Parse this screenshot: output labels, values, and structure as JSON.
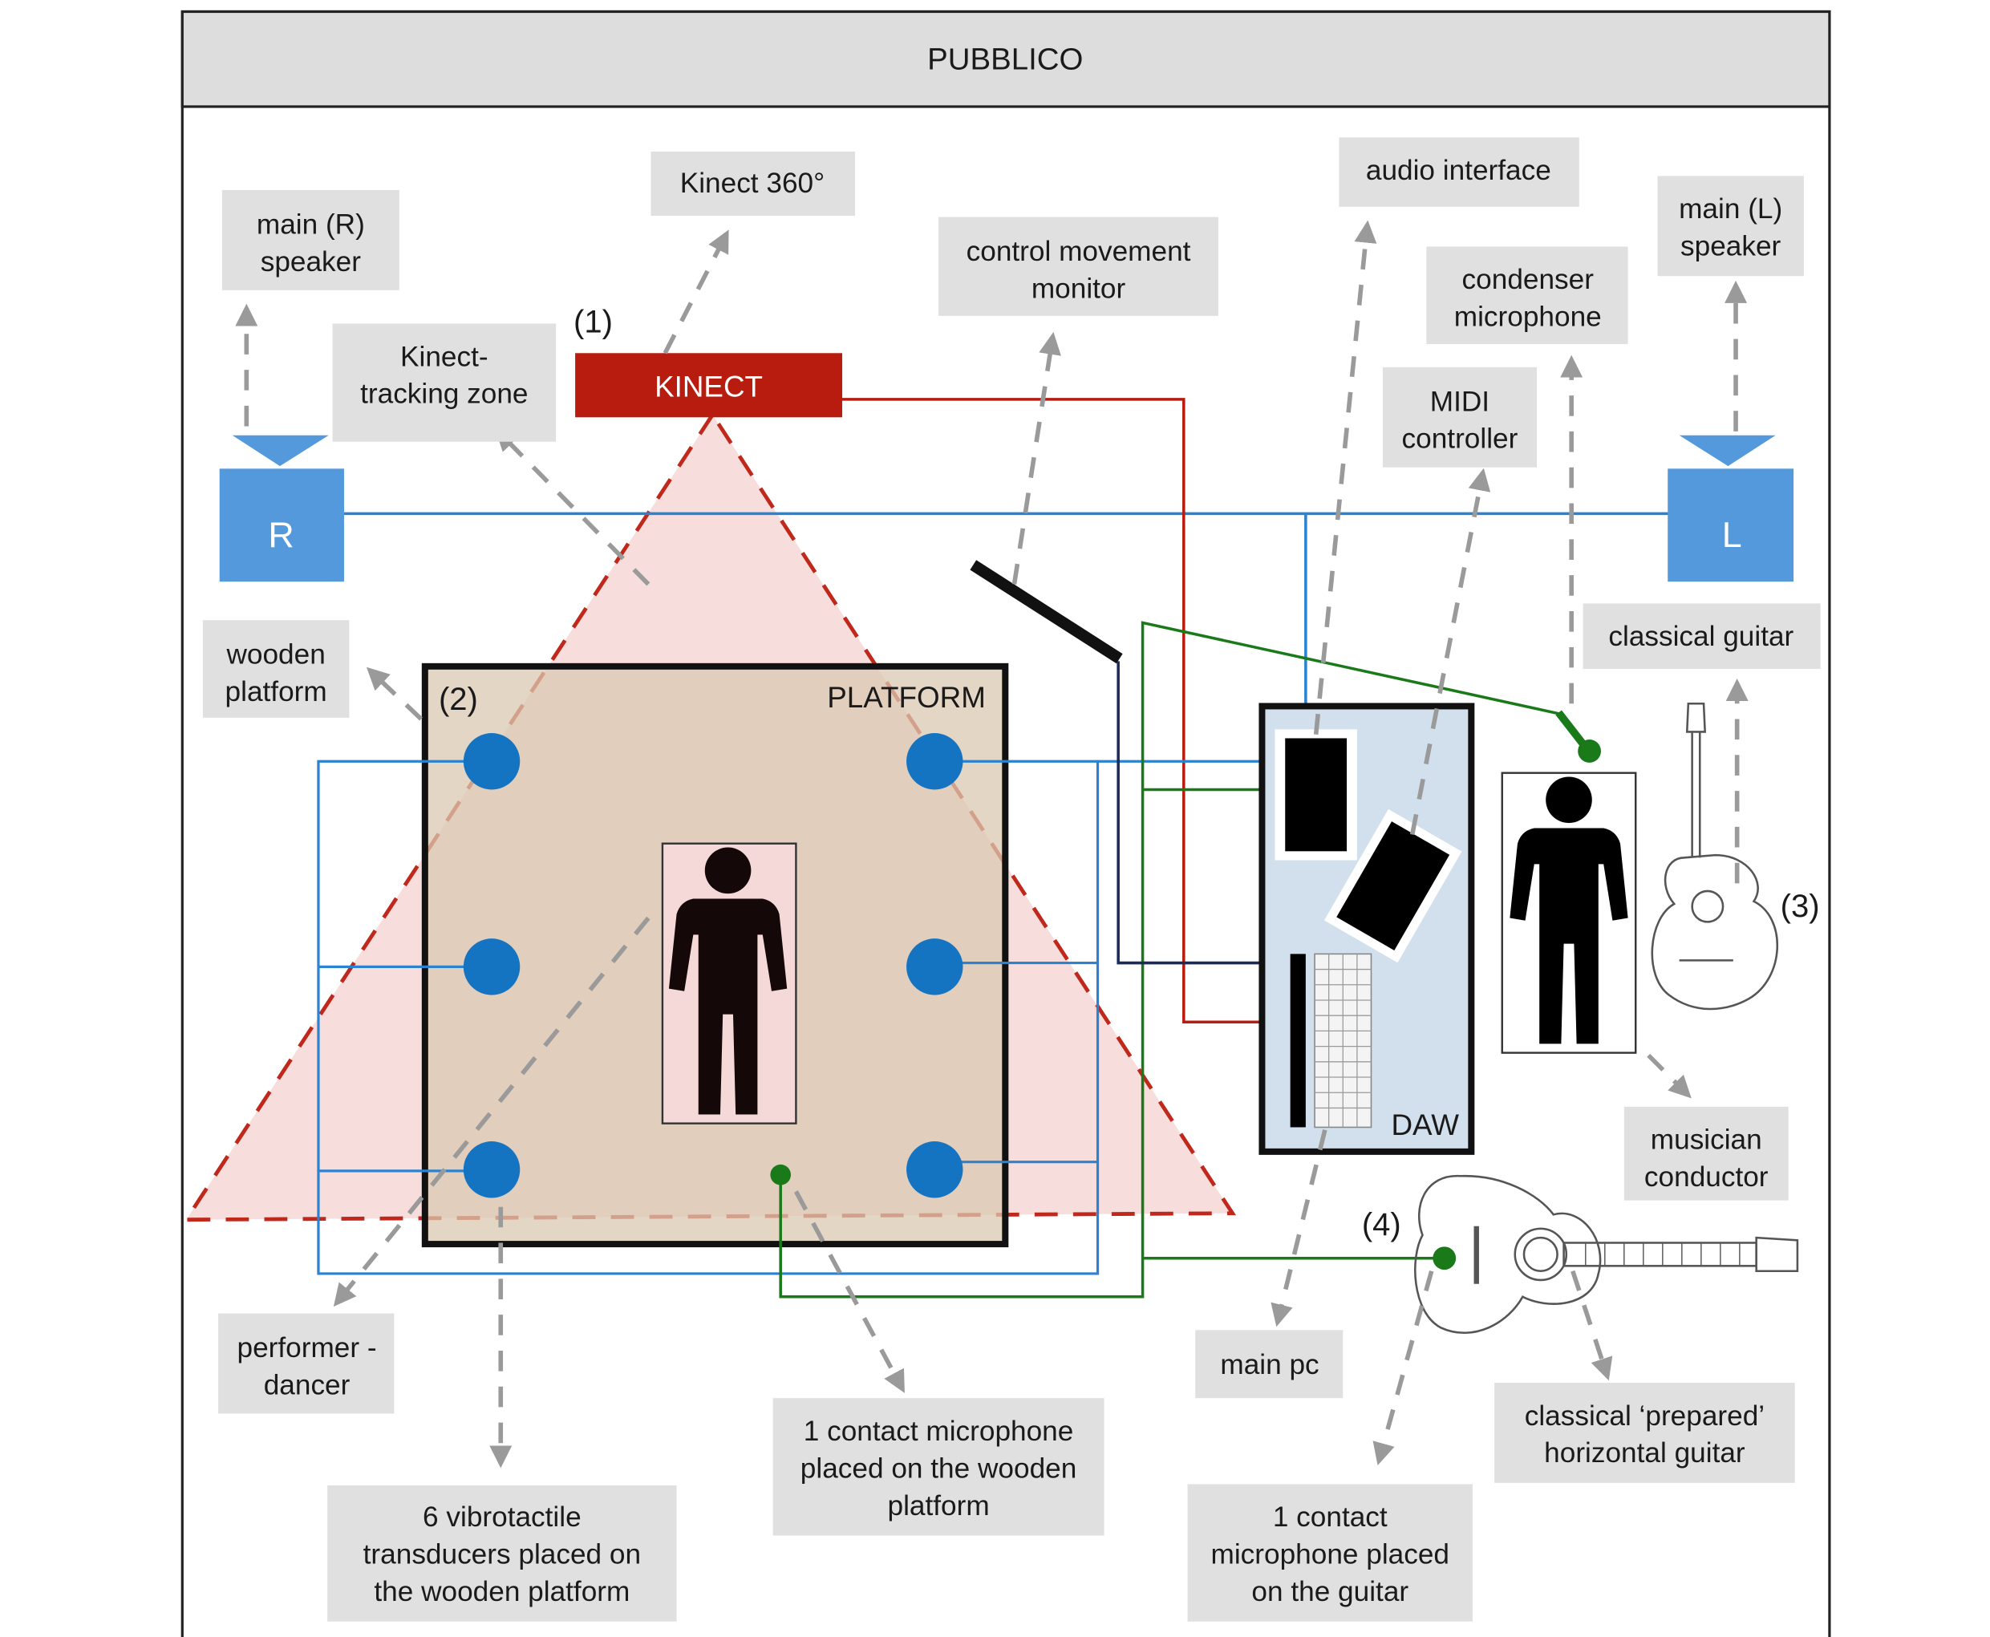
{
  "header": {
    "title": "PUBBLICO"
  },
  "elements": {
    "kinect_box": "KINECT",
    "speaker_r": "R",
    "speaker_l": "L",
    "platform": "PLATFORM",
    "daw": "DAW"
  },
  "markers": {
    "m1": "(1)",
    "m2": "(2)",
    "m3": "(3)",
    "m4": "(4)"
  },
  "labels": {
    "main_r_speaker": [
      "main (R)",
      "speaker"
    ],
    "kinect_360": [
      "Kinect 360°"
    ],
    "control_movement_monitor": [
      "control movement",
      "monitor"
    ],
    "audio_interface": [
      "audio interface"
    ],
    "main_l_speaker": [
      "main (L)",
      "speaker"
    ],
    "condenser_microphone": [
      "condenser",
      "microphone"
    ],
    "midi_controller": [
      "MIDI",
      "controller"
    ],
    "kinect_tracking_zone": [
      "Kinect-",
      "tracking zone"
    ],
    "wooden_platform": [
      "wooden",
      "platform"
    ],
    "classical_guitar": [
      "classical guitar"
    ],
    "musician_conductor": [
      "musician",
      "conductor"
    ],
    "performer_dancer": [
      "performer -",
      "dancer"
    ],
    "vibrotactile_transducers": [
      "6 vibrotactile",
      "transducers placed on",
      "the wooden platform"
    ],
    "contact_mic_platform": [
      "1 contact microphone",
      "placed on the wooden",
      "platform"
    ],
    "main_pc": [
      "main pc"
    ],
    "contact_mic_guitar": [
      "1 contact",
      "microphone placed",
      "on the guitar"
    ],
    "prepared_guitar": [
      "classical ‘prepared’",
      "horizontal guitar"
    ]
  },
  "colors": {
    "kinect_red": "#b81c0f",
    "speaker_blue": "#5599dd",
    "transducer_blue": "#1574c2",
    "cable_blue": "#2a82d0",
    "cable_green": "#1a7a1a",
    "cable_red": "#b81c0f",
    "cable_navy": "#1a2a5a",
    "zone_fill": "#f7d9d9",
    "zone_border": "#c0281c",
    "platform_fill": "#d9c8b0",
    "daw_fill": "#d1e0ec",
    "label_box": "#e0e0e0",
    "header_box": "#dddddd"
  },
  "icons": [
    "human-figure-icon",
    "classical-guitar-icon",
    "keyboard-icon",
    "monitor-bar-icon"
  ]
}
